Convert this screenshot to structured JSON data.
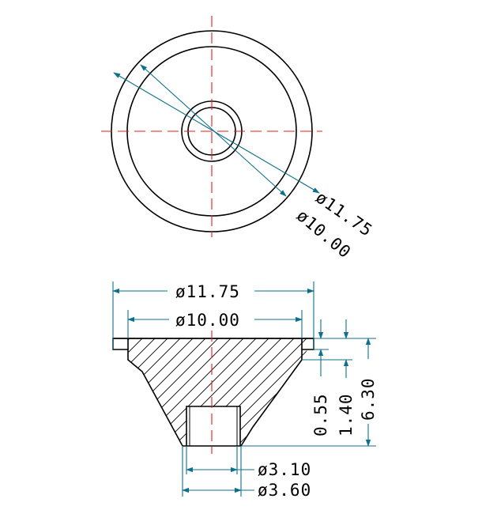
{
  "drawing": {
    "colors": {
      "outline": "#000000",
      "centerline": "#e0201c",
      "dimension_line": "#0e6f8a",
      "background": "#ffffff"
    },
    "top_view": {
      "dim_outer": "ø11.75",
      "dim_inner": "ø10.00"
    },
    "section_view": {
      "dim_outer": "ø11.75",
      "dim_inner": "ø10.00",
      "dim_flange": "0.55",
      "dim_step": "1.40",
      "dim_height": "6.30",
      "dim_bore_inner": "ø3.10",
      "dim_bore_outer": "ø3.60"
    }
  }
}
